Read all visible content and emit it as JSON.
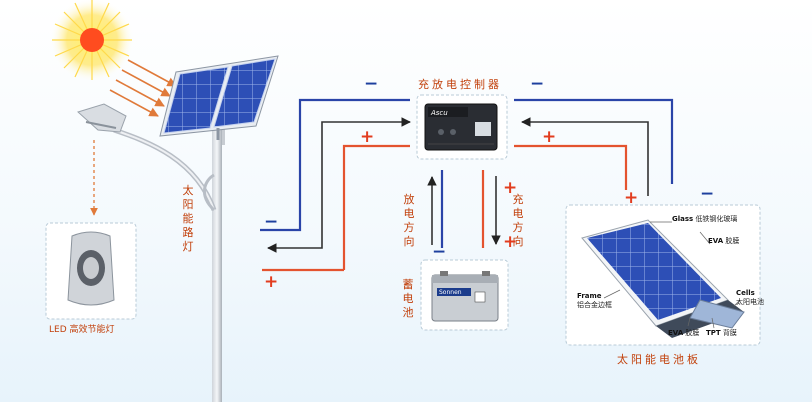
{
  "labels": {
    "controller": "充放电控制器",
    "street_light": "太阳能路灯",
    "discharge_direction": "放电方向",
    "charge_direction": "充电方向",
    "battery": "蓄电池",
    "led_lamp": "LED 高效节能灯",
    "solar_module": "太阳能电池板"
  },
  "signs": {
    "minus": "−",
    "plus": "+"
  },
  "module_layers": {
    "glass_en": "Glass",
    "glass_cn": "低铁钢化玻璃",
    "eva_en": "EVA",
    "eva_cn": "胶膜",
    "cells_en": "Cells",
    "cells_cn": "太阳电池",
    "frame_en": "Frame",
    "frame_cn": "铝合金边框",
    "tpt_en": "TPT",
    "tpt_cn": "背膜"
  },
  "colors": {
    "negative_wire": "#2a44a8",
    "positive_wire": "#e4532f",
    "label_text": "#c2410c"
  }
}
